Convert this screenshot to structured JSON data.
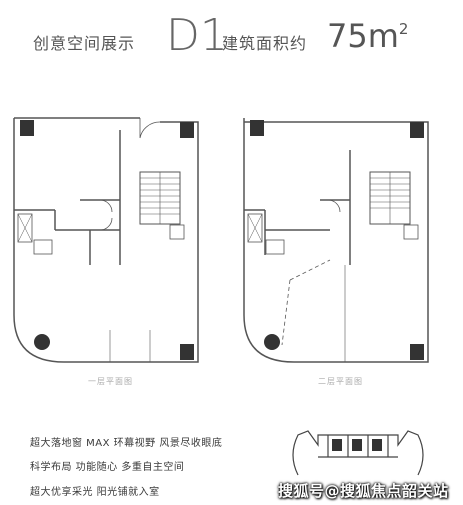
{
  "header": {
    "left_label": "创意空间展示",
    "unit_code": "D1",
    "area_label": "建筑面积约",
    "area_value": "75m",
    "area_exponent": "2"
  },
  "plans": {
    "first_floor_caption": "一层平面图",
    "second_floor_caption": "二层平面图"
  },
  "features": [
    "超大落地窗  MAX 环幕视野  风景尽收眼底",
    "科学布局  功能随心  多重自主空间",
    "超大优享采光  阳光铺就入室"
  ],
  "watermark": "搜狐号@搜狐焦点韶关站",
  "colors": {
    "wall": "#555555",
    "column": "#333333"
  }
}
